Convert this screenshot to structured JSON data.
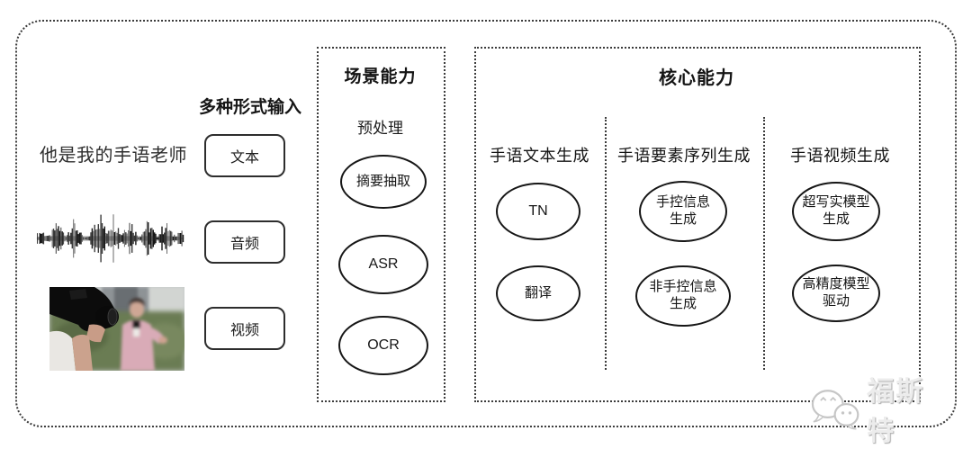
{
  "colors": {
    "frame_border": "#3b3b3b",
    "node_border": "#161616",
    "watermark_gray": "#cccccc"
  },
  "input_section": {
    "label": "多种形式输入",
    "text_example": "他是我的手语老师",
    "items": [
      {
        "label": "文本"
      },
      {
        "label": "音频"
      },
      {
        "label": "视频"
      }
    ],
    "icons": {
      "waveform": "audio-waveform-icon",
      "video_thumbnail": "reporter-filming-photo"
    }
  },
  "scene_box": {
    "title": "场景能力",
    "subtitle": "预处理",
    "nodes": [
      "摘要抽取",
      "ASR",
      "OCR"
    ]
  },
  "core_box": {
    "title": "核心能力",
    "columns": [
      {
        "header": "手语文本生成",
        "nodes": [
          "TN",
          "翻译"
        ]
      },
      {
        "header": "手语要素序列生成",
        "nodes": [
          "手控信息\n生成",
          "非手控信息\n生成"
        ]
      },
      {
        "header": "手语视频生成",
        "nodes": [
          "超写实模型\n生成",
          "高精度模型\n驱动"
        ]
      }
    ]
  },
  "watermark": {
    "text": "福斯特",
    "logo": "wechat-bubbles-icon"
  }
}
